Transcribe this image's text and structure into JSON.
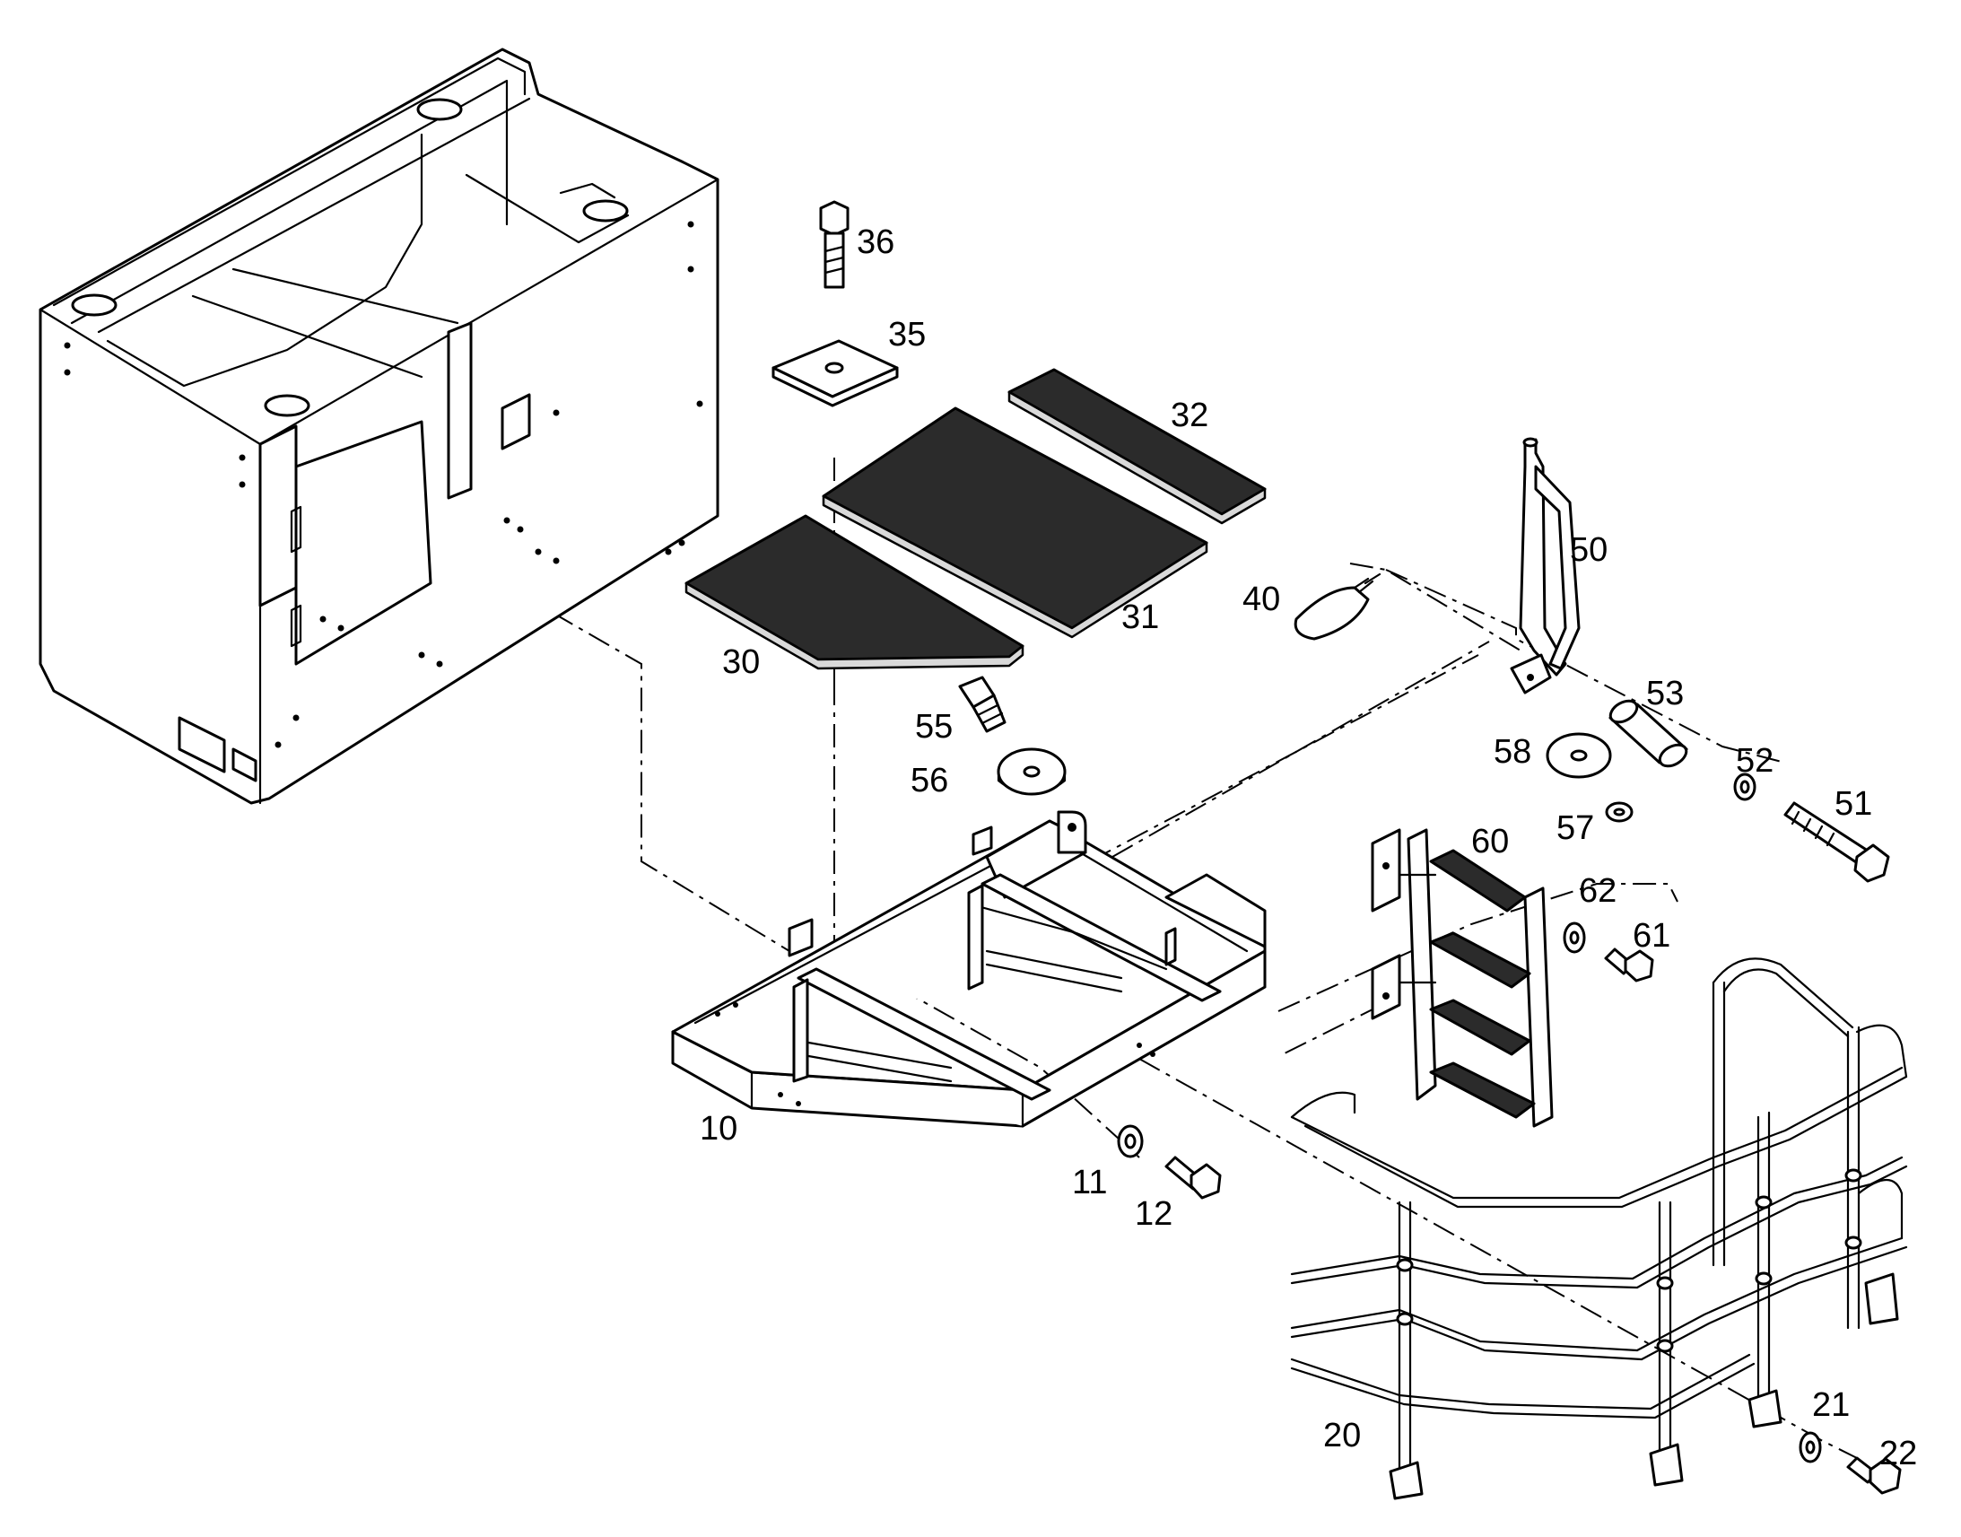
{
  "callouts": {
    "c10": "10",
    "c11": "11",
    "c12": "12",
    "c20": "20",
    "c21": "21",
    "c22": "22",
    "c30": "30",
    "c31": "31",
    "c32": "32",
    "c35": "35",
    "c36": "36",
    "c40": "40",
    "c50": "50",
    "c51": "51",
    "c52": "52",
    "c53": "53",
    "c55": "55",
    "c56": "56",
    "c57": "57",
    "c58": "58",
    "c60": "60",
    "c61": "61",
    "c62": "62"
  },
  "colors": {
    "line": "#000000",
    "grating": "#2b2b2b",
    "background": "#ffffff"
  }
}
